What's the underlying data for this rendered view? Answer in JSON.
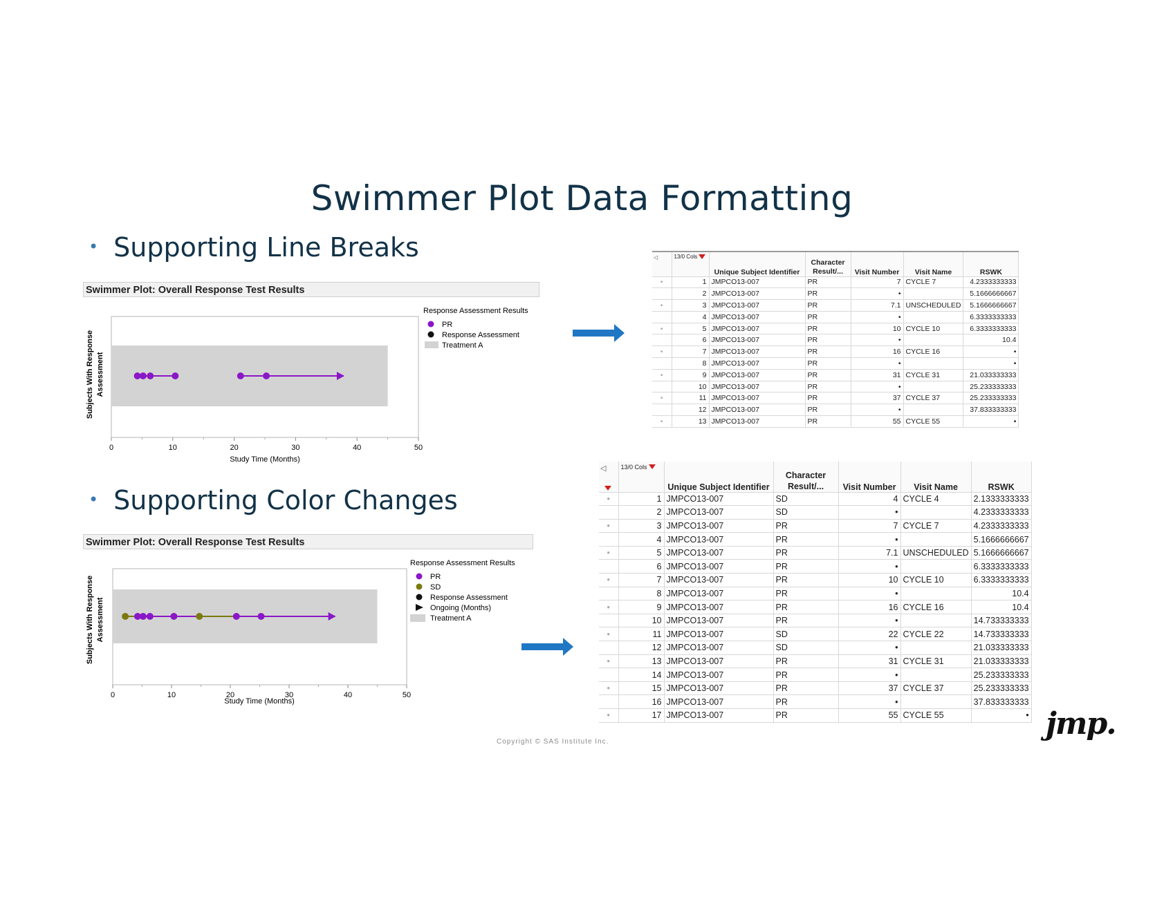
{
  "slide": {
    "title": "Swimmer Plot  Data Formatting",
    "bullet1": "Supporting Line Breaks",
    "bullet2": "Supporting Color Changes",
    "copyright": "Copyright © SAS Institute Inc.",
    "logo": "jmp."
  },
  "chart1": {
    "panel_title": "Swimmer Plot: Overall Response Test Results",
    "ylabel_1": "Subjects With Response",
    "ylabel_2": "Assessment",
    "xlabel": "Study Time (Months)",
    "legend_title": "Response Assessment Results",
    "legend": [
      "PR",
      "Response Assessment",
      "Treatment A"
    ]
  },
  "chart2": {
    "panel_title": "Swimmer Plot: Overall Response Test Results",
    "ylabel_1": "Subjects With Response",
    "ylabel_2": "Assessment",
    "xlabel": "Study Time (Months)",
    "legend_title": "Response Assessment Results",
    "legend": [
      "PR",
      "SD",
      "Response Assessment",
      "Ongoing (Months)",
      "Treatment A"
    ]
  },
  "chart_data": [
    {
      "type": "scatter",
      "title": "Swimmer Plot: Overall Response Test Results",
      "xlabel": "Study Time (Months)",
      "ylabel": "Subjects With Response Assessment",
      "xlim": [
        0,
        50
      ],
      "x_ticks": [
        "0",
        "10",
        "20",
        "30",
        "40",
        "50"
      ],
      "treatment_bar": {
        "name": "Treatment A",
        "x": [
          0,
          45
        ]
      },
      "segments": [
        {
          "name": "PR",
          "x": [
            4.233,
            5.167,
            6.333,
            10.4
          ],
          "color": "#8a17c7"
        },
        {
          "name": "PR",
          "x": [
            21.033,
            25.233,
            37.833
          ],
          "color": "#8a17c7",
          "ongoing": true
        }
      ],
      "points": {
        "PR": [
          4.233,
          5.167,
          6.333,
          10.4,
          21.033,
          25.233
        ]
      }
    },
    {
      "type": "scatter",
      "title": "Swimmer Plot: Overall Response Test Results",
      "xlabel": "Study Time (Months)",
      "ylabel": "Subjects With Response Assessment",
      "xlim": [
        0,
        50
      ],
      "x_ticks": [
        "0",
        "10",
        "20",
        "30",
        "40",
        "50"
      ],
      "treatment_bar": {
        "name": "Treatment A",
        "x": [
          0,
          45
        ]
      },
      "segments": [
        {
          "name": "SD",
          "x": [
            2.133,
            4.233
          ],
          "color": "#7a7a10"
        },
        {
          "name": "PR",
          "x": [
            4.233,
            14.733
          ],
          "color": "#8a17c7"
        },
        {
          "name": "SD",
          "x": [
            14.733,
            21.033
          ],
          "color": "#7a7a10"
        },
        {
          "name": "PR",
          "x": [
            21.033,
            37.833
          ],
          "color": "#8a17c7",
          "ongoing": true
        }
      ],
      "points": {
        "SD": [
          2.133,
          14.733
        ],
        "PR": [
          4.233,
          5.167,
          6.333,
          10.4,
          21.033,
          25.233
        ]
      }
    }
  ],
  "table1": {
    "corner": "13/0 Cols",
    "headers": [
      "Unique Subject Identifier",
      "Character Result/...",
      "Visit Number",
      "Visit Name",
      "RSWK"
    ],
    "rows": [
      [
        "1",
        "JMPCO13-007",
        "PR",
        "7",
        "CYCLE 7",
        "4.2333333333"
      ],
      [
        "2",
        "JMPCO13-007",
        "PR",
        "•",
        "",
        "5.1666666667"
      ],
      [
        "3",
        "JMPCO13-007",
        "PR",
        "7.1",
        "UNSCHEDULED",
        "5.1666666667"
      ],
      [
        "4",
        "JMPCO13-007",
        "PR",
        "•",
        "",
        "6.3333333333"
      ],
      [
        "5",
        "JMPCO13-007",
        "PR",
        "10",
        "CYCLE 10",
        "6.3333333333"
      ],
      [
        "6",
        "JMPCO13-007",
        "PR",
        "•",
        "",
        "10.4"
      ],
      [
        "7",
        "JMPCO13-007",
        "PR",
        "16",
        "CYCLE 16",
        "•"
      ],
      [
        "8",
        "JMPCO13-007",
        "PR",
        "•",
        "",
        "•"
      ],
      [
        "9",
        "JMPCO13-007",
        "PR",
        "31",
        "CYCLE 31",
        "21.033333333"
      ],
      [
        "10",
        "JMPCO13-007",
        "PR",
        "•",
        "",
        "25.233333333"
      ],
      [
        "11",
        "JMPCO13-007",
        "PR",
        "37",
        "CYCLE 37",
        "25.233333333"
      ],
      [
        "12",
        "JMPCO13-007",
        "PR",
        "•",
        "",
        "37.833333333"
      ],
      [
        "13",
        "JMPCO13-007",
        "PR",
        "55",
        "CYCLE 55",
        "•"
      ]
    ]
  },
  "table2": {
    "corner": "13/0 Cols",
    "headers": [
      "Unique Subject Identifier",
      "Character Result/...",
      "Visit Number",
      "Visit Name",
      "RSWK"
    ],
    "rows": [
      [
        "1",
        "JMPCO13-007",
        "SD",
        "4",
        "CYCLE 4",
        "2.1333333333"
      ],
      [
        "2",
        "JMPCO13-007",
        "SD",
        "•",
        "",
        "4.2333333333"
      ],
      [
        "3",
        "JMPCO13-007",
        "PR",
        "7",
        "CYCLE 7",
        "4.2333333333"
      ],
      [
        "4",
        "JMPCO13-007",
        "PR",
        "•",
        "",
        "5.1666666667"
      ],
      [
        "5",
        "JMPCO13-007",
        "PR",
        "7.1",
        "UNSCHEDULED",
        "5.1666666667"
      ],
      [
        "6",
        "JMPCO13-007",
        "PR",
        "•",
        "",
        "6.3333333333"
      ],
      [
        "7",
        "JMPCO13-007",
        "PR",
        "10",
        "CYCLE 10",
        "6.3333333333"
      ],
      [
        "8",
        "JMPCO13-007",
        "PR",
        "•",
        "",
        "10.4"
      ],
      [
        "9",
        "JMPCO13-007",
        "PR",
        "16",
        "CYCLE 16",
        "10.4"
      ],
      [
        "10",
        "JMPCO13-007",
        "PR",
        "•",
        "",
        "14.733333333"
      ],
      [
        "11",
        "JMPCO13-007",
        "SD",
        "22",
        "CYCLE 22",
        "14.733333333"
      ],
      [
        "12",
        "JMPCO13-007",
        "SD",
        "•",
        "",
        "21.033333333"
      ],
      [
        "13",
        "JMPCO13-007",
        "PR",
        "31",
        "CYCLE 31",
        "21.033333333"
      ],
      [
        "14",
        "JMPCO13-007",
        "PR",
        "•",
        "",
        "25.233333333"
      ],
      [
        "15",
        "JMPCO13-007",
        "PR",
        "37",
        "CYCLE 37",
        "25.233333333"
      ],
      [
        "16",
        "JMPCO13-007",
        "PR",
        "•",
        "",
        "37.833333333"
      ],
      [
        "17",
        "JMPCO13-007",
        "PR",
        "55",
        "CYCLE 55",
        "•"
      ]
    ]
  },
  "colors": {
    "pr": "#8a17c7",
    "sd": "#7a7a10",
    "treatment": "#d3d3d3",
    "arrow": "#1f77c4",
    "title": "#123247"
  }
}
